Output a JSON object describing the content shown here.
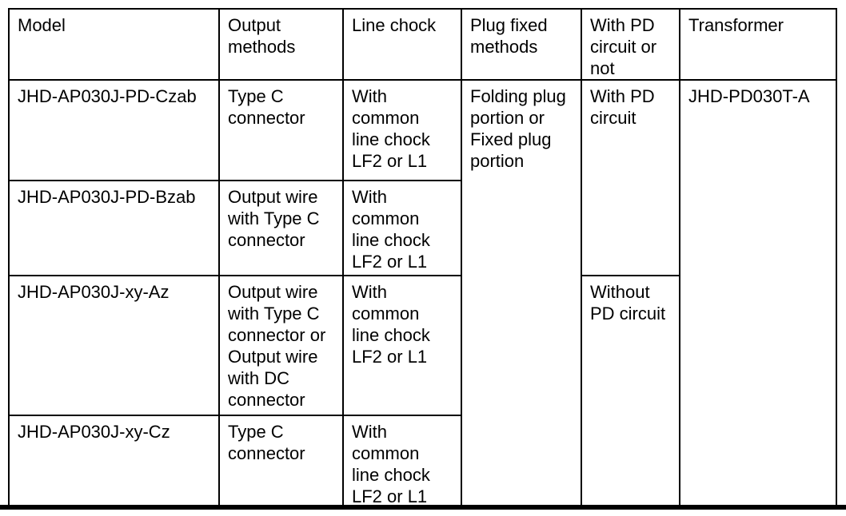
{
  "page": {
    "background": "#ffffff",
    "border_color": "#000000",
    "text_color": "#000000"
  },
  "table": {
    "headers": {
      "model": "Model",
      "output": "Output\nmethods",
      "chock": "Line chock",
      "plug": "Plug fixed\nmethods",
      "pd": "With PD\ncircuit or\nnot",
      "transformer": "Transformer"
    },
    "rows": [
      {
        "model": "JHD-AP030J-PD-Czab",
        "output": "Type C\nconnector",
        "chock": "With\ncommon\nline chock\nLF2 or L1"
      },
      {
        "model": "JHD-AP030J-PD-Bzab",
        "output": "Output wire\nwith Type C\nconnector",
        "chock": "With\ncommon\nline chock\nLF2 or L1"
      },
      {
        "model": "JHD-AP030J-xy-Az",
        "output": "Output wire\nwith Type C\nconnector or\nOutput wire\nwith DC\nconnector",
        "chock": "With\ncommon\nline chock\nLF2 or L1"
      },
      {
        "model": "JHD-AP030J-xy-Cz",
        "output": "Type C\nconnector",
        "chock": "With\ncommon\nline chock\nLF2 or L1"
      }
    ],
    "merged": {
      "plug_fixed": "Folding plug\nportion or\nFixed plug\nportion",
      "pd_with": "With PD\ncircuit",
      "pd_without": "Without\nPD circuit",
      "transformer": "JHD-PD030T-A"
    }
  }
}
